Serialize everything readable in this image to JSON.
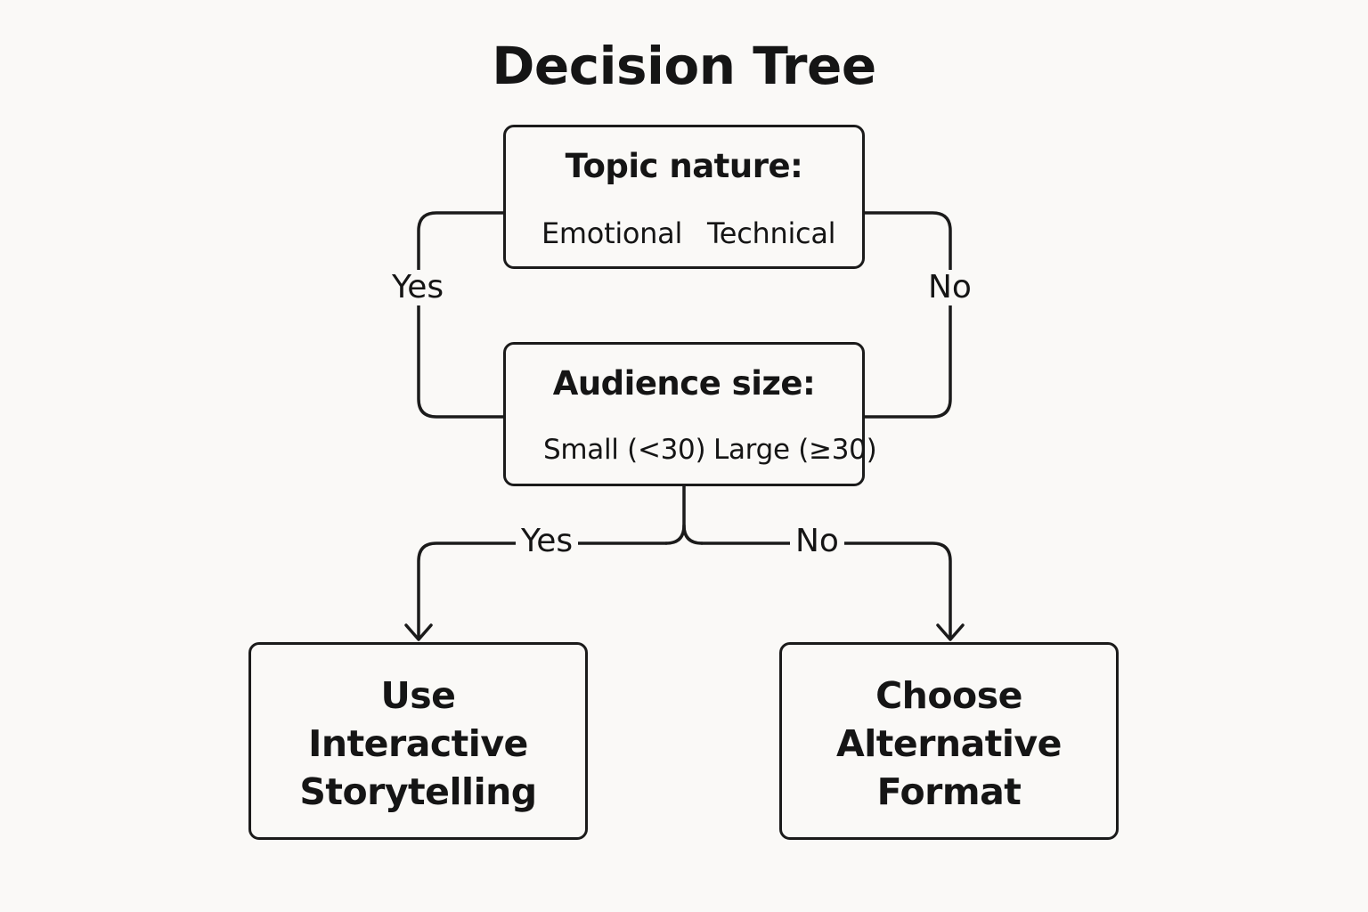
{
  "title": "Decision Tree",
  "nodes": {
    "topic": {
      "title": "Topic nature:",
      "options": [
        "Emotional",
        "Technical"
      ]
    },
    "audience": {
      "title": "Audience size:",
      "options": [
        "Small (<30)",
        "Large (≥30)"
      ]
    },
    "result_yes": {
      "lines": [
        "Use",
        "Interactive",
        "Storytelling"
      ]
    },
    "result_no": {
      "lines": [
        "Choose",
        "Alternative",
        "Format"
      ]
    }
  },
  "edges": {
    "topic_yes": "Yes",
    "topic_no": "No",
    "audience_yes": "Yes",
    "audience_no": "No"
  },
  "colors": {
    "background": "#faf9f7",
    "stroke": "#1b1b1b",
    "text": "#151515"
  }
}
